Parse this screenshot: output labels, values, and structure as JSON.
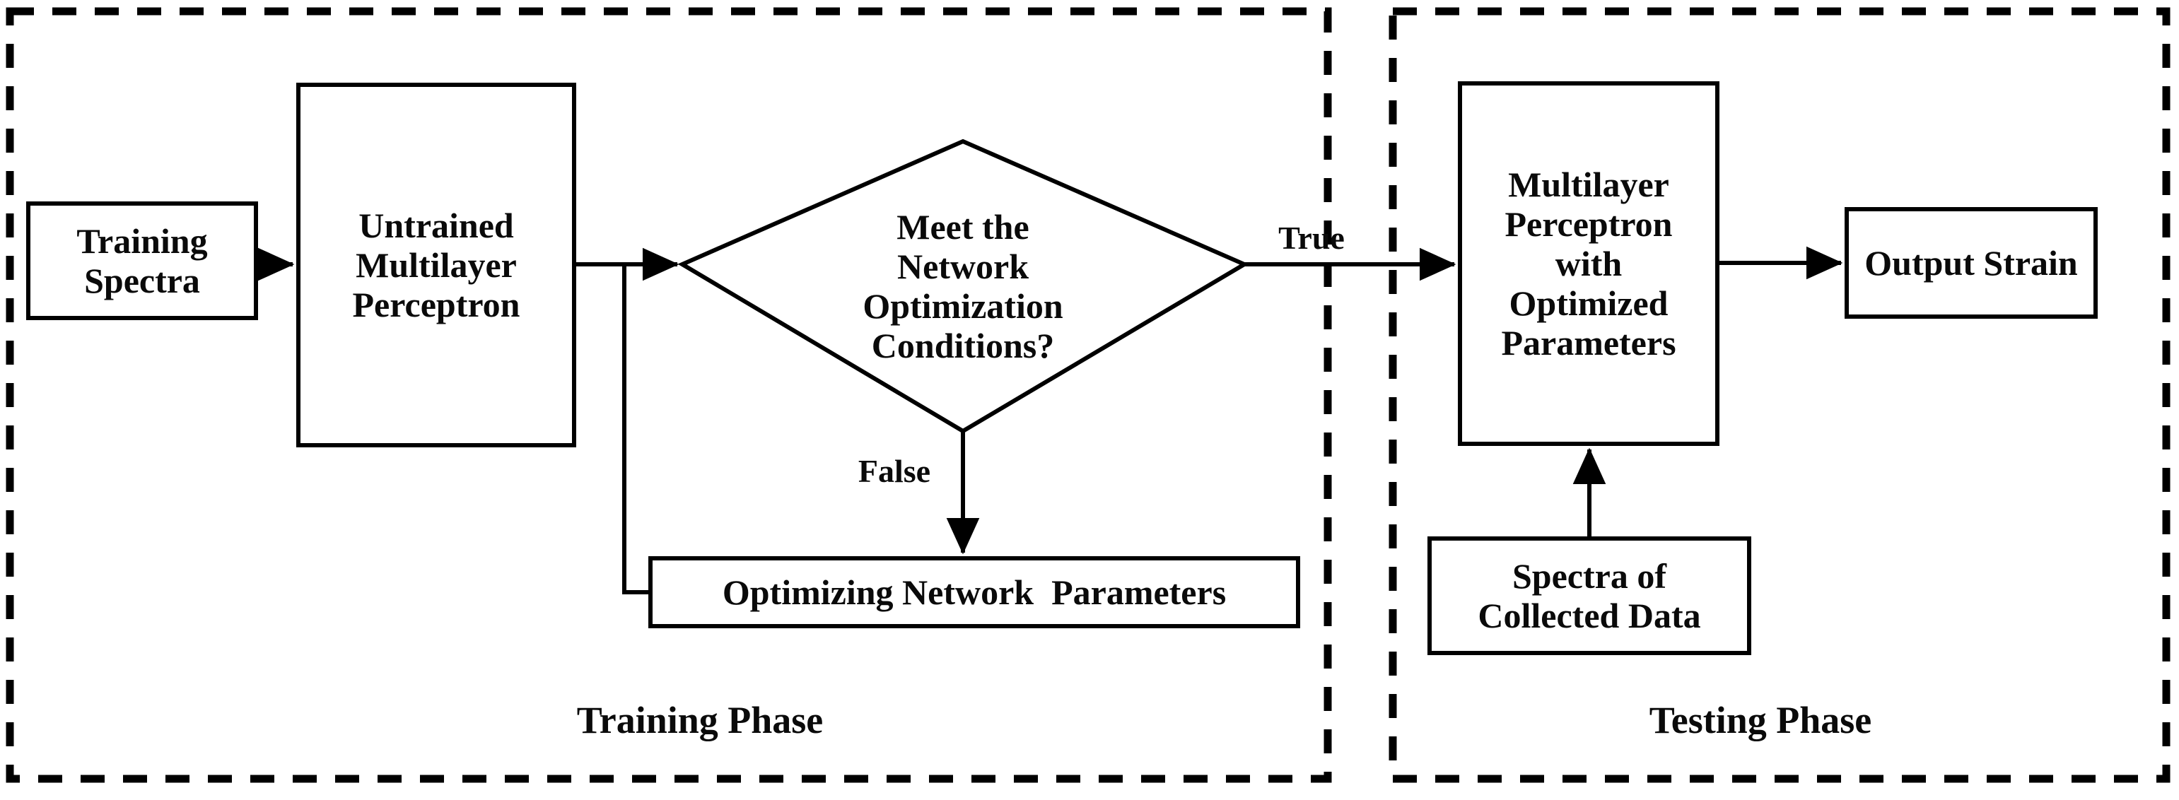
{
  "diagram": {
    "title": "Multilayer Perceptron Training and Testing Phase Flowchart",
    "stroke_color": "#000000",
    "text_color": "#0a0a0a",
    "background_color": "#ffffff"
  },
  "phases": [
    {
      "id": "training",
      "label": "Training Phase"
    },
    {
      "id": "testing",
      "label": "Testing Phase"
    }
  ],
  "nodes": {
    "training_spectra": {
      "label_lines": [
        "Training",
        "Spectra"
      ],
      "shape": "rectangle"
    },
    "untrained_mlp": {
      "label_lines": [
        "Untrained",
        "Multilayer",
        "Perceptron"
      ],
      "shape": "rectangle"
    },
    "decision": {
      "label_lines": [
        "Meet the",
        "Network",
        "Optimization",
        "Conditions?"
      ],
      "shape": "diamond"
    },
    "optimizing_params": {
      "label_lines": [
        "Optimizing Network  Parameters"
      ],
      "shape": "rectangle"
    },
    "optimized_mlp": {
      "label_lines": [
        "Multilayer",
        "Perceptron",
        "with",
        "Optimized",
        "Parameters"
      ],
      "shape": "rectangle"
    },
    "collected_spectra": {
      "label_lines": [
        "Spectra of",
        "Collected Data"
      ],
      "shape": "rectangle"
    },
    "output_strain": {
      "label_lines": [
        "Output Strain"
      ],
      "shape": "rectangle"
    }
  },
  "edge_labels": {
    "true_branch": "True",
    "false_branch": "False"
  }
}
